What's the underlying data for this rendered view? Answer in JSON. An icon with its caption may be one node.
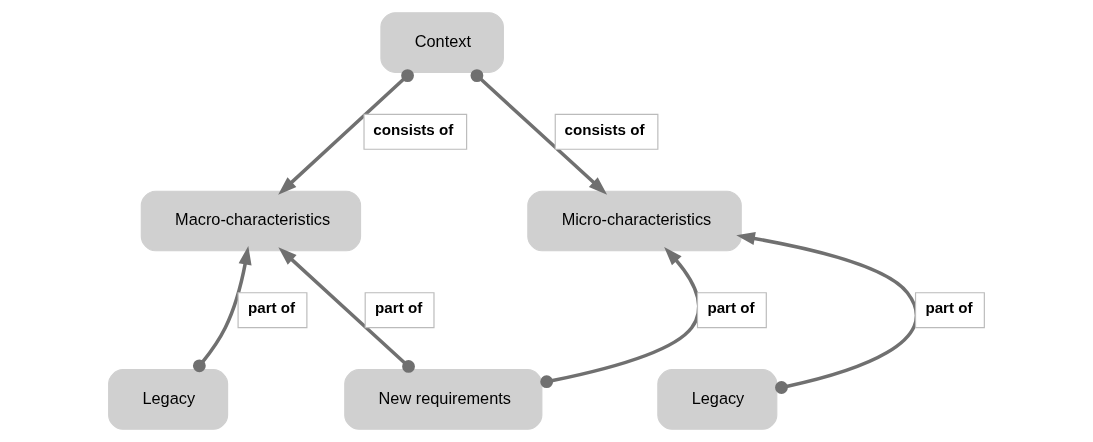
{
  "diagram": {
    "nodes": [
      {
        "text": [
          "Context"
        ]
      },
      {
        "text": [
          "Macro-characteristics"
        ]
      },
      {
        "text": [
          "Micro-characteristics"
        ]
      },
      {
        "text": [
          "Legacy"
        ]
      },
      {
        "text": [
          "New requirements"
        ]
      },
      {
        "text": [
          "Legacy"
        ]
      }
    ],
    "edges": [
      {
        "from": 0,
        "to": 1,
        "arrow": "to",
        "label": "consists of"
      },
      {
        "from": 0,
        "to": 2,
        "arrow": "to",
        "label": "consists of"
      },
      {
        "from": 3,
        "to": 1,
        "arrow": "to",
        "label": "part of"
      },
      {
        "from": 4,
        "to": 1,
        "arrow": "to",
        "label": "part of"
      },
      {
        "from": 4,
        "to": 2,
        "arrow": "to",
        "label": "part of"
      },
      {
        "from": 5,
        "to": 2,
        "arrow": "to",
        "label": "part of"
      }
    ]
  }
}
